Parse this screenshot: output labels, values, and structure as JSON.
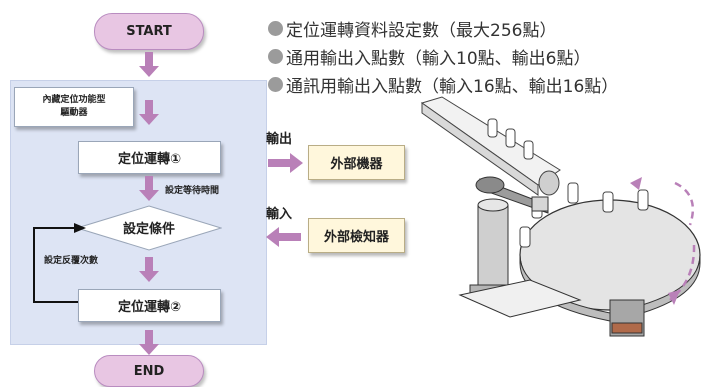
{
  "flow": {
    "start": "START",
    "builtin_label_line1": "內藏定位功能型",
    "builtin_label_line2": "驅動器",
    "op1": "定位運轉①",
    "wait_label": "設定等待時間",
    "condition": "設定條件",
    "repeat_label": "設定反覆次數",
    "op2": "定位運轉②",
    "end": "END"
  },
  "io": {
    "output_label": "輸出",
    "output_device": "外部機器",
    "input_label": "輸入",
    "input_device": "外部檢知器"
  },
  "features": [
    "定位運轉資料設定數（最大256點）",
    "通用輸出入點數（輸入10點、輸出6點）",
    "通訊用輸出入點數（輸入16點、輸出16點）"
  ],
  "colors": {
    "pill": "#e8c6e3",
    "arrow": "#b980b8",
    "panel": "#dde4f4",
    "device_box": "#fff7dc",
    "bullet": "#9b9b9b"
  }
}
